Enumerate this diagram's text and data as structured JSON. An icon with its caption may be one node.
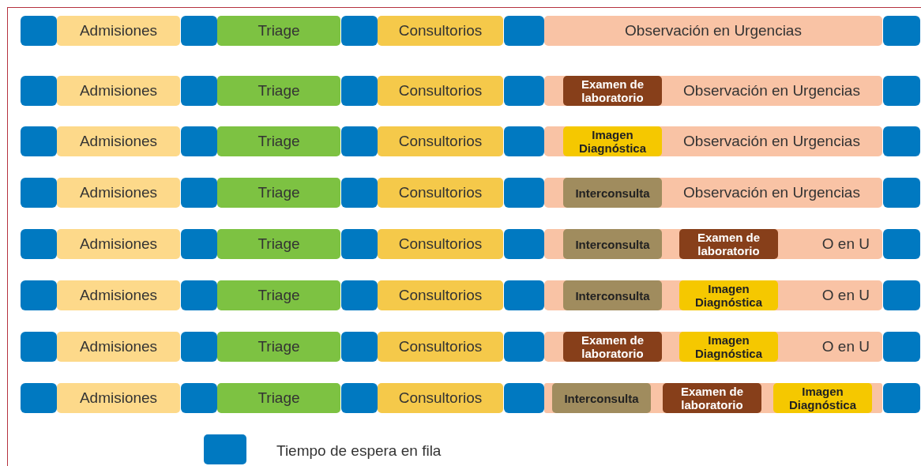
{
  "diagram": {
    "nodes": [
      {
        "text": [],
        "shape": "box"
      },
      {
        "text": [
          "Admisiones"
        ]
      },
      {
        "text": [],
        "shape": "box"
      },
      {
        "text": [
          "Triage"
        ]
      },
      {
        "text": [],
        "shape": "box"
      },
      {
        "text": [
          "Consultorios"
        ]
      },
      {
        "text": [],
        "shape": "box"
      },
      {
        "text": [
          "Observación en Urgencias"
        ]
      },
      {
        "text": [],
        "shape": "box"
      },
      {
        "text": [],
        "shape": "box"
      },
      {
        "text": [
          "Admisiones"
        ]
      },
      {
        "text": [],
        "shape": "box"
      },
      {
        "text": [
          "Triage"
        ]
      },
      {
        "text": [],
        "shape": "box"
      },
      {
        "text": [
          "Consultorios"
        ]
      },
      {
        "text": [],
        "shape": "box"
      },
      {
        "text": [
          "Observación en Urgencias"
        ]
      },
      {
        "text": [
          "Examen de laboratorio"
        ],
        "in": 16
      },
      {
        "text": [],
        "shape": "box"
      },
      {
        "text": [],
        "shape": "box"
      },
      {
        "text": [
          "Admisiones"
        ]
      },
      {
        "text": [],
        "shape": "box"
      },
      {
        "text": [
          "Triage"
        ]
      },
      {
        "text": [],
        "shape": "box"
      },
      {
        "text": [
          "Consultorios"
        ]
      },
      {
        "text": [],
        "shape": "box"
      },
      {
        "text": [
          "Observación en Urgencias"
        ]
      },
      {
        "text": [
          "Imagen Diagnóstica"
        ],
        "in": 26
      },
      {
        "text": [],
        "shape": "box"
      },
      {
        "text": [],
        "shape": "box"
      },
      {
        "text": [
          "Admisiones"
        ]
      },
      {
        "text": [],
        "shape": "box"
      },
      {
        "text": [
          "Triage"
        ]
      },
      {
        "text": [],
        "shape": "box"
      },
      {
        "text": [
          "Consultorios"
        ]
      },
      {
        "text": [],
        "shape": "box"
      },
      {
        "text": [
          "Observación en Urgencias"
        ]
      },
      {
        "text": [
          "Interconsulta"
        ],
        "in": 36
      },
      {
        "text": [],
        "shape": "box"
      },
      {
        "text": [],
        "shape": "box"
      },
      {
        "text": [
          "Admisiones"
        ]
      },
      {
        "text": [],
        "shape": "box"
      },
      {
        "text": [
          "Triage"
        ]
      },
      {
        "text": [],
        "shape": "box"
      },
      {
        "text": [
          "Consultorios"
        ]
      },
      {
        "text": [],
        "shape": "box"
      },
      {
        "text": [
          "O en U"
        ]
      },
      {
        "text": [
          "Interconsulta"
        ],
        "in": 46
      },
      {
        "text": [
          "Examen de laboratorio"
        ],
        "in": 46
      },
      {
        "text": [],
        "shape": "box"
      },
      {
        "text": [],
        "shape": "box"
      },
      {
        "text": [
          "Admisiones"
        ]
      },
      {
        "text": [],
        "shape": "box"
      },
      {
        "text": [
          "Triage"
        ]
      },
      {
        "text": [],
        "shape": "box"
      },
      {
        "text": [
          "Consultorios"
        ]
      },
      {
        "text": [],
        "shape": "box"
      },
      {
        "text": [
          "O en U"
        ]
      },
      {
        "text": [
          "Interconsulta"
        ],
        "in": 57
      },
      {
        "text": [
          "Imagen Diagnóstica"
        ],
        "in": 57
      },
      {
        "text": [],
        "shape": "box"
      },
      {
        "text": [],
        "shape": "box"
      },
      {
        "text": [
          "Admisiones"
        ]
      },
      {
        "text": [],
        "shape": "box"
      },
      {
        "text": [
          "Triage"
        ]
      },
      {
        "text": [],
        "shape": "box"
      },
      {
        "text": [
          "Consultorios"
        ]
      },
      {
        "text": [],
        "shape": "box"
      },
      {
        "text": [
          "O en U"
        ]
      },
      {
        "text": [
          "Examen de laboratorio"
        ],
        "in": 68
      },
      {
        "text": [
          "Imagen Diagnóstica"
        ],
        "in": 68
      },
      {
        "text": [],
        "shape": "box"
      },
      {
        "text": [],
        "shape": "box"
      },
      {
        "text": [
          "Admisiones"
        ]
      },
      {
        "text": [],
        "shape": "box"
      },
      {
        "text": [
          "Triage"
        ]
      },
      {
        "text": [],
        "shape": "box"
      },
      {
        "text": [
          "Consultorios"
        ]
      },
      {
        "text": [],
        "shape": "box"
      },
      {
        "text": [],
        "shape": "bar"
      },
      {
        "text": [
          "Interconsulta"
        ],
        "in": 79
      },
      {
        "text": [
          "Examen de laboratorio"
        ],
        "in": 79
      },
      {
        "text": [
          "Imagen Diagnóstica"
        ],
        "in": 79
      },
      {
        "text": [],
        "shape": "box"
      }
    ],
    "legend": [
      {
        "text": "Tiempo de espera en fila",
        "color": "#0079c1"
      }
    ]
  }
}
